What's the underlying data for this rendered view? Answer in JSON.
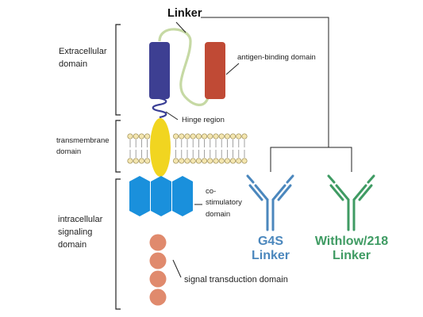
{
  "labels": {
    "linker": "Linker",
    "extracellular": [
      "Extracellular",
      "domain"
    ],
    "antigen_binding": "antigen-binding domain",
    "hinge": "Hinge region",
    "transmembrane": [
      "transmembrane",
      "domain"
    ],
    "intracellular": [
      "intracellular",
      "signaling",
      "domain"
    ],
    "costimulatory": [
      "co-",
      "stimulatory",
      "domain"
    ],
    "signal_transduction": "signal transduction domain"
  },
  "linker_types": [
    {
      "line1": "G4S",
      "line2": "Linker",
      "color": "#4b87bd"
    },
    {
      "line1": "Withlow/218",
      "line2": "Linker",
      "color": "#3f9b63"
    }
  ],
  "colors": {
    "vh_domain": "#3d3f92",
    "vl_domain": "#c04a35",
    "linker_loop": "#c6d9a4",
    "hinge_coil": "#3a3f95",
    "transmembrane": "#f1d520",
    "membrane_head": "#f4e6b0",
    "costim": "#1a90dc",
    "signal_dots": "#e08a6d",
    "brackets": "#222222"
  }
}
